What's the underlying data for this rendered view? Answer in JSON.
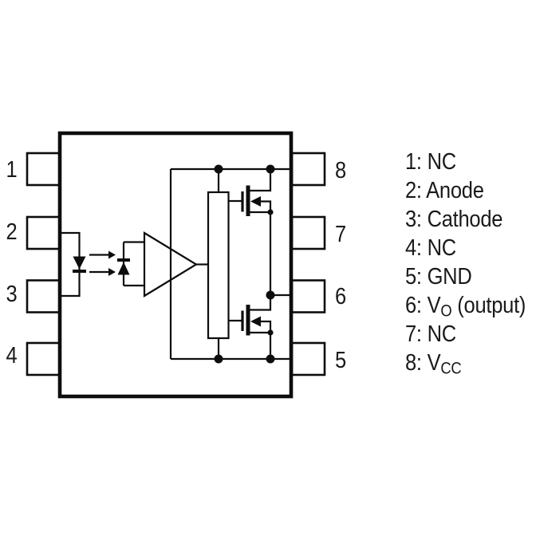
{
  "colors": {
    "background": "#ffffff",
    "line": "#0d0d0d",
    "text": "#1a1a1a"
  },
  "pins": {
    "left": [
      "1",
      "2",
      "3",
      "4"
    ],
    "right": [
      "8",
      "7",
      "6",
      "5"
    ]
  },
  "legend": {
    "items": [
      {
        "pre": "1: NC",
        "sub": "",
        "post": ""
      },
      {
        "pre": "2: Anode",
        "sub": "",
        "post": ""
      },
      {
        "pre": "3: Cathode",
        "sub": "",
        "post": ""
      },
      {
        "pre": "4: NC",
        "sub": "",
        "post": ""
      },
      {
        "pre": "5: GND",
        "sub": "",
        "post": ""
      },
      {
        "pre": "6: V",
        "sub": "O",
        "post": " (output)"
      },
      {
        "pre": "7: NC",
        "sub": "",
        "post": ""
      },
      {
        "pre": "8: V",
        "sub": "CC",
        "post": ""
      }
    ]
  },
  "symbols": [
    "input-led",
    "light-emission-arrows",
    "photodiode",
    "amplifier",
    "driver-block",
    "mosfet-high-side",
    "mosfet-low-side",
    "vcc-rail",
    "gnd-rail",
    "output-node"
  ]
}
